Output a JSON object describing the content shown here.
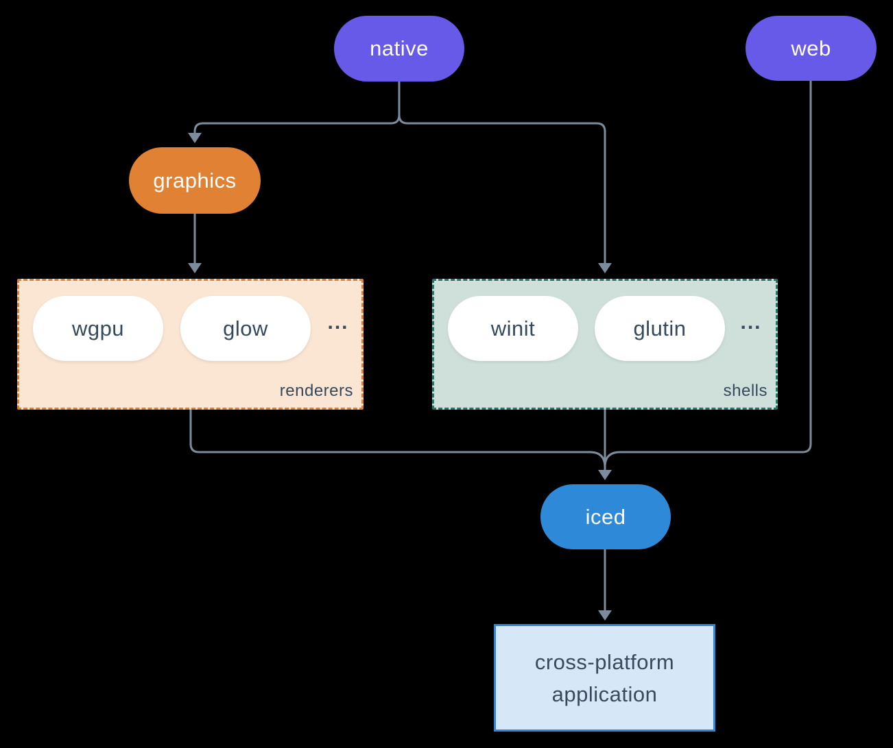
{
  "title": "iced ecosystem diagram",
  "colors": {
    "bg": "#000000",
    "purple": "#675ae8",
    "orange": "#e08133",
    "blue": "#2e89d8",
    "peach-bg": "#fbe5d3",
    "peach-border": "#e2802f",
    "teal-bg": "#cfe0db",
    "teal-border": "#23796c",
    "node-text": "#ffffff",
    "dark-text": "#36495c",
    "arrow": "#7d8c9c",
    "app-bg": "#d6e8f8",
    "app-border": "#2e86d8"
  },
  "nodes": {
    "native": "native",
    "web": "web",
    "graphics": "graphics",
    "wgpu": "wgpu",
    "glow": "glow",
    "winit": "winit",
    "glutin": "glutin",
    "iced": "iced",
    "app": "cross-platform application"
  },
  "groups": {
    "renderers": {
      "label": "renderers",
      "ellipsis": "..."
    },
    "shells": {
      "label": "shells",
      "ellipsis": "..."
    }
  },
  "edges": [
    {
      "from": "native",
      "to": "graphics"
    },
    {
      "from": "native",
      "to": "shells"
    },
    {
      "from": "graphics",
      "to": "renderers"
    },
    {
      "from": "renderers",
      "to": "iced"
    },
    {
      "from": "shells",
      "to": "iced"
    },
    {
      "from": "web",
      "to": "iced"
    },
    {
      "from": "iced",
      "to": "app"
    }
  ]
}
